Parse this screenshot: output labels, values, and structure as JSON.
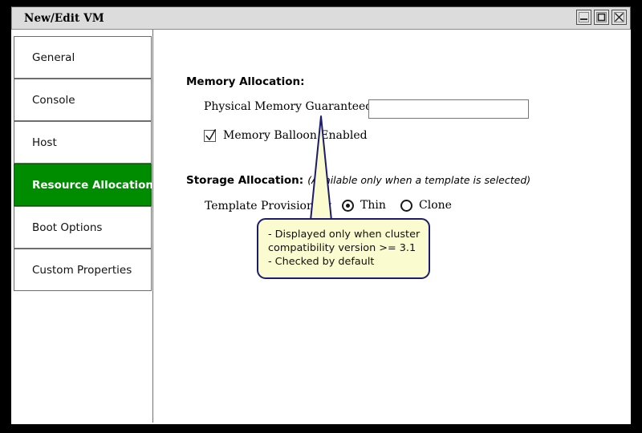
{
  "window": {
    "title": "New/Edit VM",
    "controls": [
      {
        "name": "minimize",
        "icon": "minimize-icon"
      },
      {
        "name": "maximize",
        "icon": "maximize-icon"
      },
      {
        "name": "close",
        "icon": "close-icon"
      }
    ]
  },
  "sidebar": {
    "items": [
      {
        "label": "General",
        "selected": false
      },
      {
        "label": "Console",
        "selected": false
      },
      {
        "label": "Host",
        "selected": false
      },
      {
        "label": "Resource Allocation",
        "selected": true
      },
      {
        "label": "Boot Options",
        "selected": false
      },
      {
        "label": "Custom Properties",
        "selected": false
      }
    ],
    "selected_color": "#008c00",
    "selected_text_color": "#ffffff"
  },
  "main": {
    "memory_section": {
      "heading": "Memory Allocation:",
      "physical_memory_label": "Physical Memory Guaranteed",
      "physical_memory_value": "",
      "physical_memory_placeholder": "",
      "balloon_label": "Memory Balloon Enabled",
      "balloon_checked": true
    },
    "storage_section": {
      "heading": "Storage Allocation:",
      "note": "(Available only when a template is selected)",
      "provisioning_label": "Template Provisioning",
      "options": [
        {
          "label": "Thin",
          "selected": true
        },
        {
          "label": "Clone",
          "selected": false
        }
      ]
    }
  },
  "callout": {
    "lines": [
      "- Displayed only when cluster",
      "compatibility version >= 3.1",
      "- Checked by default"
    ],
    "background": "#fbfbd0",
    "border_color": "#1c1c6e"
  }
}
